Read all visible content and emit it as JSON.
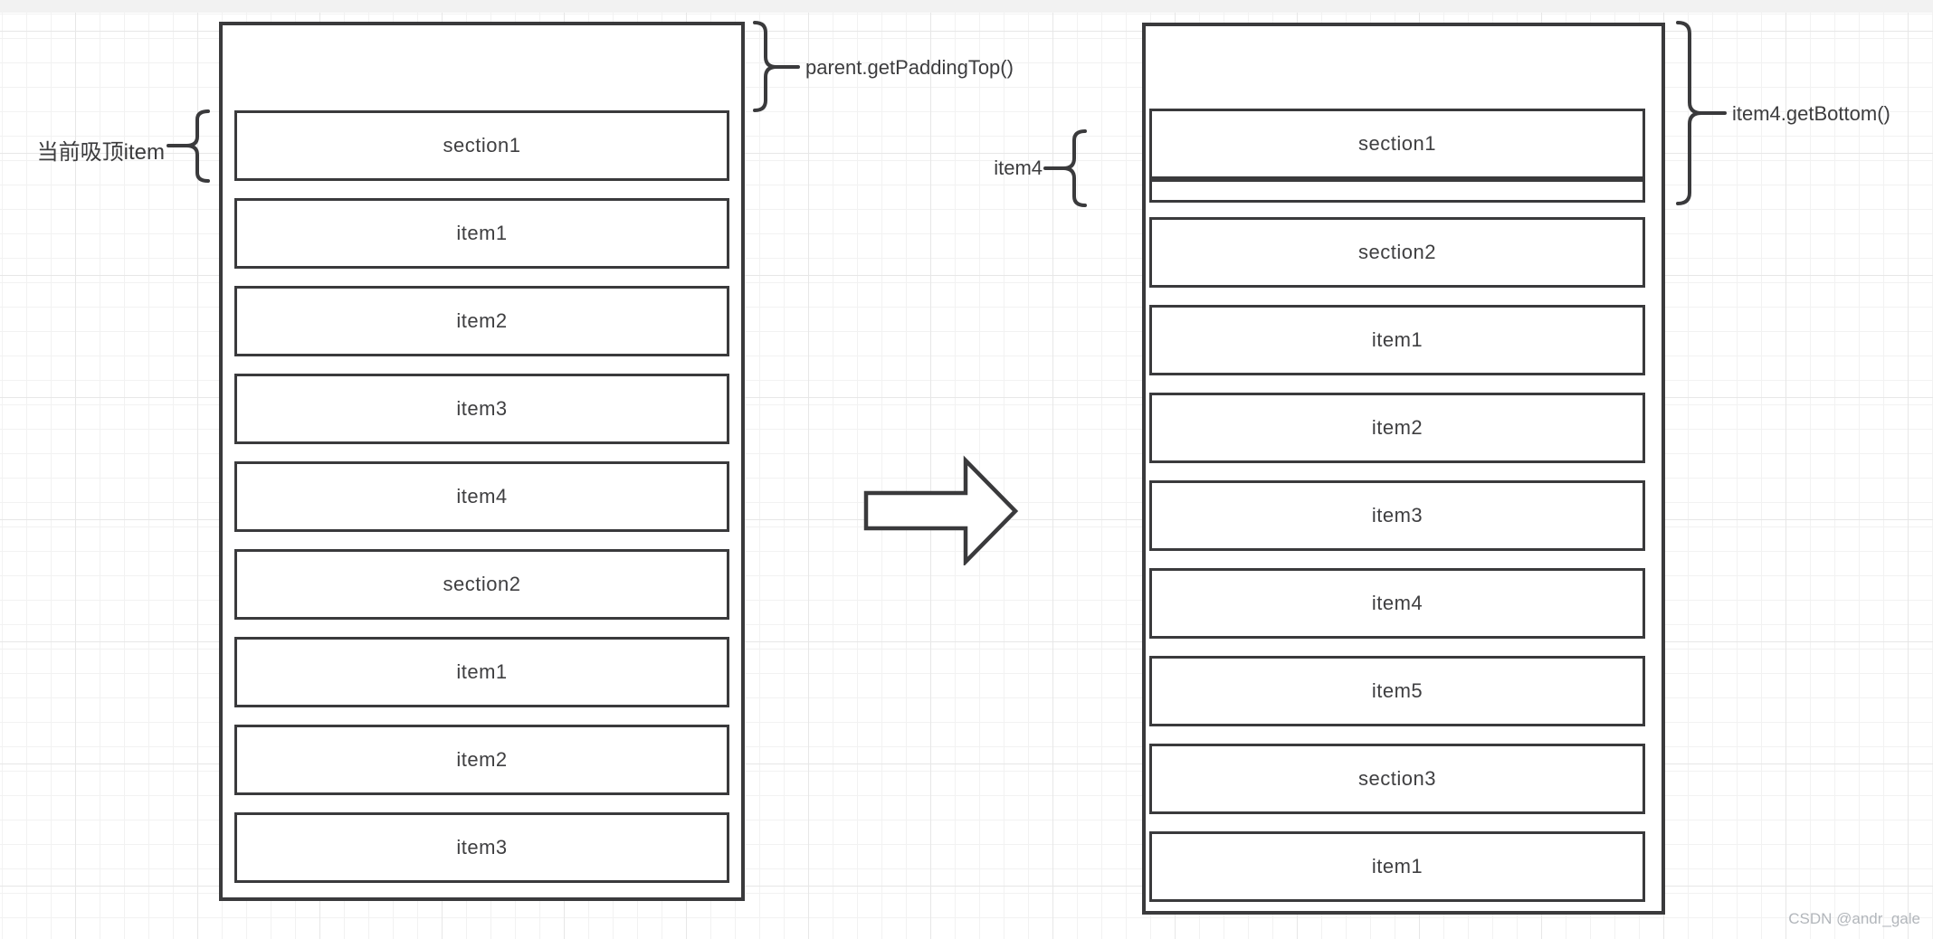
{
  "diagram": {
    "annotations": {
      "current_sticky": "当前吸顶item",
      "padding_top": "parent.getPaddingTop()",
      "item4": "item4",
      "item4_bottom": "item4.getBottom()"
    },
    "left_list": {
      "items": [
        "section1",
        "item1",
        "item2",
        "item3",
        "item4",
        "section2",
        "item1",
        "item2",
        "item3"
      ]
    },
    "right_list": {
      "sticky_item": "section1",
      "items": [
        "section2",
        "item1",
        "item2",
        "item3",
        "item4",
        "item5",
        "section3",
        "item1"
      ]
    },
    "watermark": "CSDN @andr_gale",
    "colors": {
      "stroke": "#3a3a3c",
      "background": "#ffffff",
      "grid_minor": "#f2f2f2",
      "grid_major": "#e7e7e7",
      "top_strip": "#f2f2f2",
      "watermark_text": "#b2b6bb"
    }
  }
}
